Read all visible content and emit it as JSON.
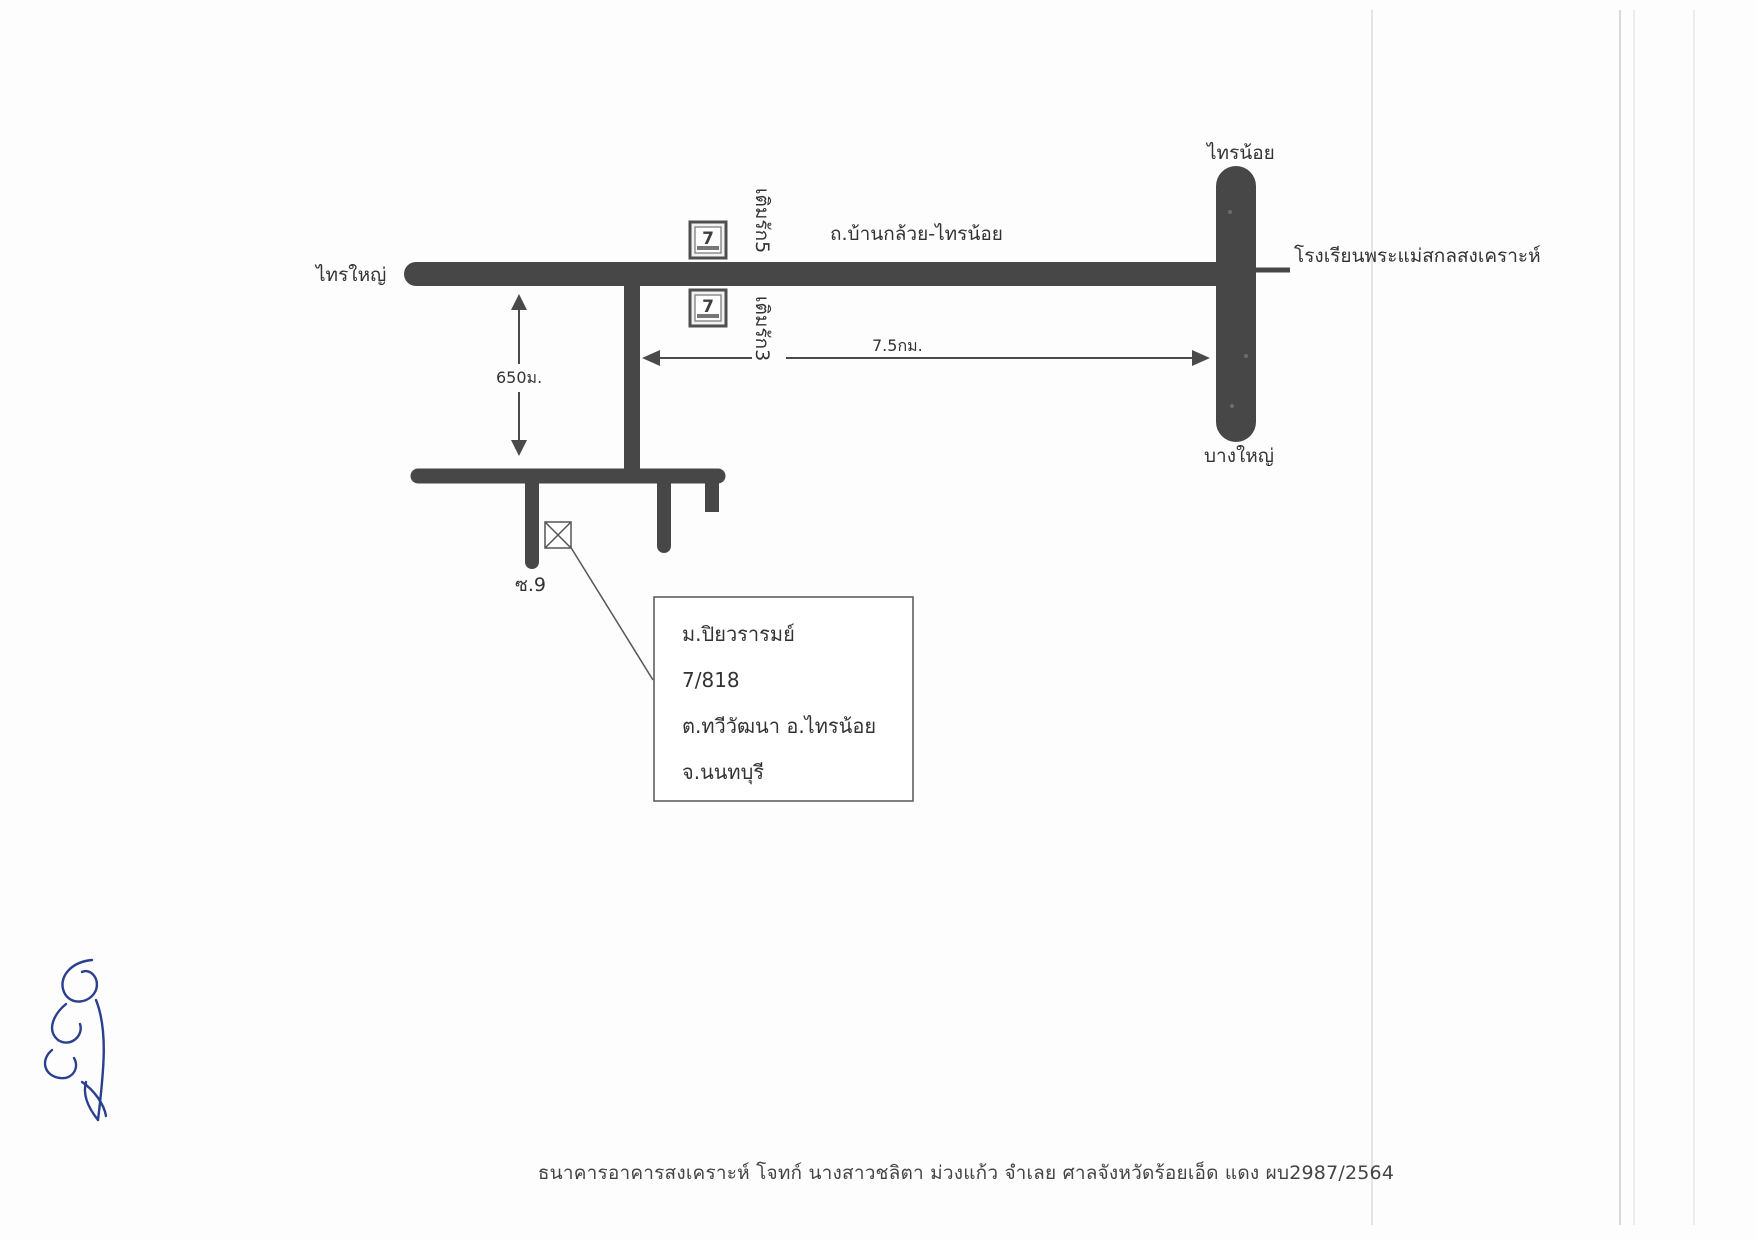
{
  "map": {
    "places": {
      "west_end": "ไทรใหญ่",
      "north_end": "ไทรน้อย",
      "south_end": "บางใหญ่",
      "east_landmark": "โรงเรียนพระแม่สกลสงเคราะห์"
    },
    "road_name": "ถ.บ้านกล้วย-ไทรน้อย",
    "stores": [
      {
        "label": "เติมรัก5",
        "icon": "seven-eleven-store-icon"
      },
      {
        "label": "เติมรัก3",
        "icon": "seven-eleven-store-icon"
      }
    ],
    "distances": {
      "horizontal": "7.5กม.",
      "vertical": "650ม."
    },
    "soi_label": "ซ.9",
    "property_marker_icon": "boxed-x-property-icon",
    "address_box": {
      "line1": "ม.ปิยวรารมย์",
      "line2": "7/818",
      "line3": "ต.ทวีวัฒนา อ.ไทรน้อย",
      "line4": "จ.นนทบุรี"
    },
    "colors": {
      "road": "#474747",
      "arrow": "#4a4a4a",
      "signature_ink": "#2a3f8f"
    }
  },
  "footer": {
    "text": "ธนาคารอาคารสงเคราะห์ โจทก์ นางสาวชลิตา ม่วงแก้ว จำเลย ศาลจังหวัดร้อยเอ็ด แดง ผบ2987/2564"
  }
}
